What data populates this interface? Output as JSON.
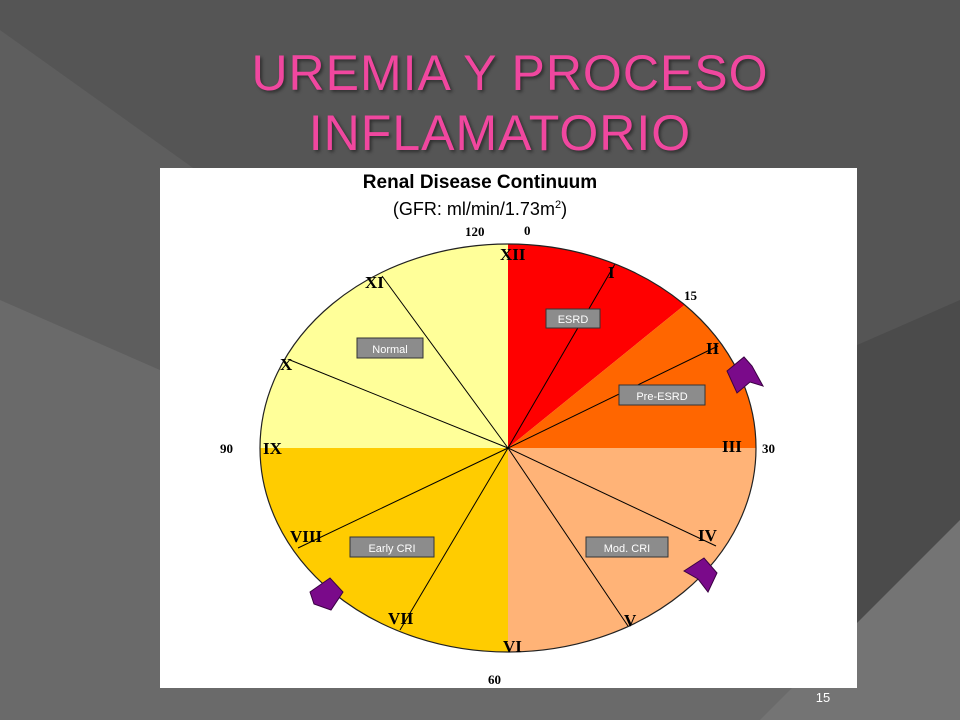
{
  "slide": {
    "title_line1": "UREMIA Y PROCESO",
    "title_line2": "INFLAMATORIO",
    "slide_number": "15",
    "title_color": "#f0479f",
    "background_color": "#4a4a4a"
  },
  "diagram": {
    "heading": "Renal Disease Continuum",
    "subheading_prefix": "(GFR: ml/min/1.73m",
    "subheading_sup": "2",
    "subheading_suffix": ")",
    "hour_labels": [
      "XII",
      "I",
      "II",
      "III",
      "IV",
      "V",
      "VI",
      "VII",
      "VIII",
      "IX",
      "X",
      "XI"
    ],
    "scale_values": [
      "0",
      "15",
      "30",
      "60",
      "90",
      "120"
    ],
    "stages": [
      {
        "label": "ESRD",
        "color": "#ff0000"
      },
      {
        "label": "Pre-ESRD",
        "color": "#ff6600"
      },
      {
        "label": "Mod. CRI",
        "color": "#ffb377"
      },
      {
        "label": "Early CRI",
        "color": "#ffcc00"
      },
      {
        "label": "Normal",
        "color": "#ffff99"
      }
    ],
    "marker_color": "#7a0a8a"
  }
}
